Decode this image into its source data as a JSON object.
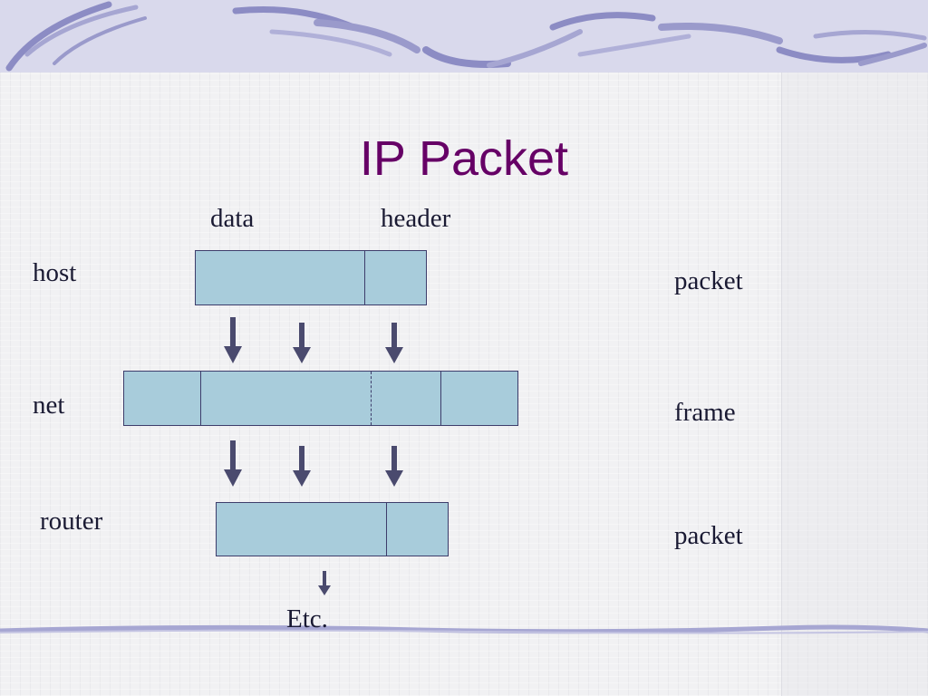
{
  "slide": {
    "title": "IP Packet",
    "colors": {
      "title": "#660066",
      "box_fill": "#a8ccdb",
      "box_border": "#3d3d6b",
      "arrow": "#4a4a6e",
      "banner": "#d9d9ec"
    }
  },
  "column_labels": {
    "data": "data",
    "header": "header"
  },
  "row_labels": {
    "host": "host",
    "net": "net",
    "router": "router"
  },
  "layer_labels": {
    "host": "packet",
    "net": "frame",
    "router": "packet"
  },
  "footer": {
    "etc": "Etc."
  }
}
